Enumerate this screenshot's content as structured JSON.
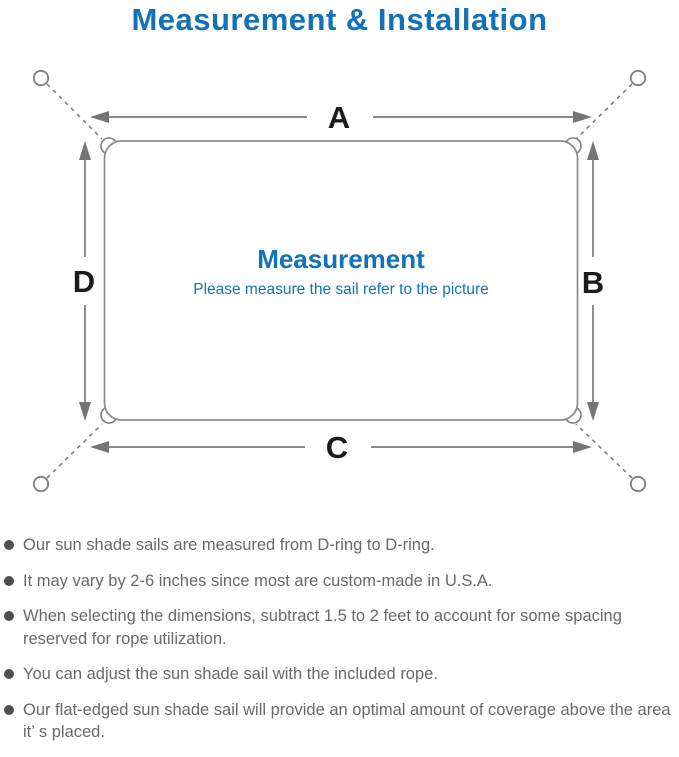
{
  "page": {
    "title": "Measurement & Installation"
  },
  "diagram": {
    "center": {
      "title": "Measurement",
      "subtitle": "Please measure the sail refer to the picture"
    },
    "dimension_labels": {
      "top": "A",
      "right": "B",
      "bottom": "C",
      "left": "D"
    },
    "colors": {
      "accent_blue": "#1371b7",
      "line_gray": "#7e7e7e",
      "label_black": "#1b1b1b"
    }
  },
  "notes": {
    "items": [
      {
        "text": "Our sun shade sails are measured from D-ring to D-ring."
      },
      {
        "text": "It may vary by 2-6 inches since most are custom-made in U.S.A."
      },
      {
        "text": "When selecting the dimensions, subtract 1.5 to 2 feet to account for some spacing reserved for rope utilization."
      },
      {
        "text": "You can adjust the sun shade sail with the included rope."
      },
      {
        "text": "Our flat-edged sun shade sail will provide an optimal amount of coverage above the area it’ s placed."
      }
    ]
  }
}
